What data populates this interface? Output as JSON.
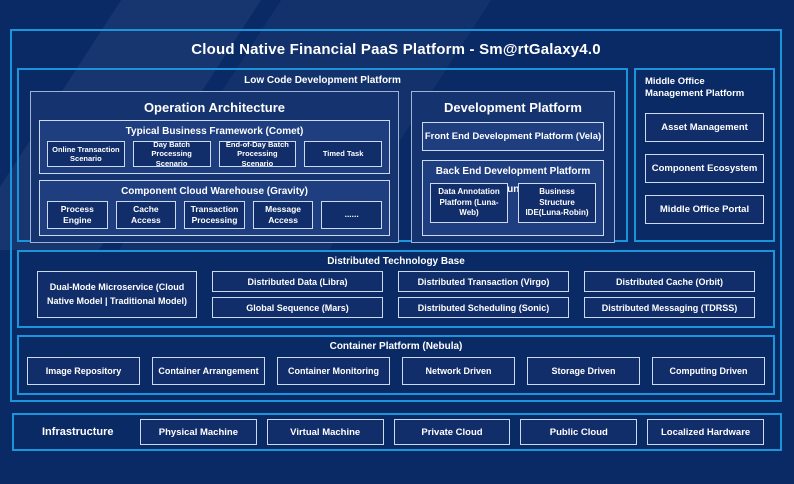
{
  "colors": {
    "page-bg": "#0a2a66",
    "accent": "#1b94da",
    "light-border": "#cdd9ee",
    "mid-border": "#9db3d8",
    "panel-bg": "#14336f",
    "group-bg": "#1e3e80",
    "leaf-bg": "#122e6a",
    "text": "#ffffff"
  },
  "header": {
    "title": "Cloud Native Financial PaaS Platform - Sm@rtGalaxy4.0"
  },
  "low_code_platform": {
    "label": "Low Code Development Platform",
    "operation_architecture": {
      "title": "Operation Architecture",
      "typical_business_framework": {
        "title": "Typical Business Framework (Comet)",
        "items": [
          "Online Transaction Scenario",
          "Day Batch Processing Scenario",
          "End-of-Day Batch Processing Scenario",
          "Timed Task"
        ]
      },
      "component_cloud_warehouse": {
        "title": "Component Cloud Warehouse (Gravity)",
        "items": [
          "Process Engine",
          "Cache Access",
          "Transaction Processing",
          "Message Access",
          "......"
        ]
      }
    },
    "development_platform": {
      "title": "Development Platform",
      "front_end_label": "Front End Development Platform (Vela)",
      "back_end": {
        "title": "Back End Development Platform (Luna)",
        "items": [
          "Data Annotation Platform (Luna-Web)",
          "Business Structure IDE(Luna-Robin)"
        ]
      }
    }
  },
  "middle_office_platform": {
    "label": "Middle Office Management Platform",
    "items": [
      "Asset Management",
      "Component Ecosystem",
      "Middle Office Portal"
    ]
  },
  "distributed_technology_base": {
    "label": "Distributed Technology Base",
    "dual_mode_label": "Dual-Mode Microservice (Cloud Native Model | Traditional Model)",
    "columns": [
      [
        "Distributed Data (Libra)",
        "Global Sequence (Mars)"
      ],
      [
        "Distributed Transaction (Virgo)",
        "Distributed Scheduling (Sonic)"
      ],
      [
        "Distributed Cache (Orbit)",
        "Distributed Messaging (TDRSS)"
      ]
    ]
  },
  "container_platform": {
    "label": "Container Platform (Nebula)",
    "items": [
      "Image Repository",
      "Container Arrangement",
      "Container Monitoring",
      "Network Driven",
      "Storage Driven",
      "Computing Driven"
    ]
  },
  "infrastructure": {
    "label": "Infrastructure",
    "items": [
      "Physical Machine",
      "Virtual Machine",
      "Private Cloud",
      "Public Cloud",
      "Localized Hardware"
    ]
  }
}
